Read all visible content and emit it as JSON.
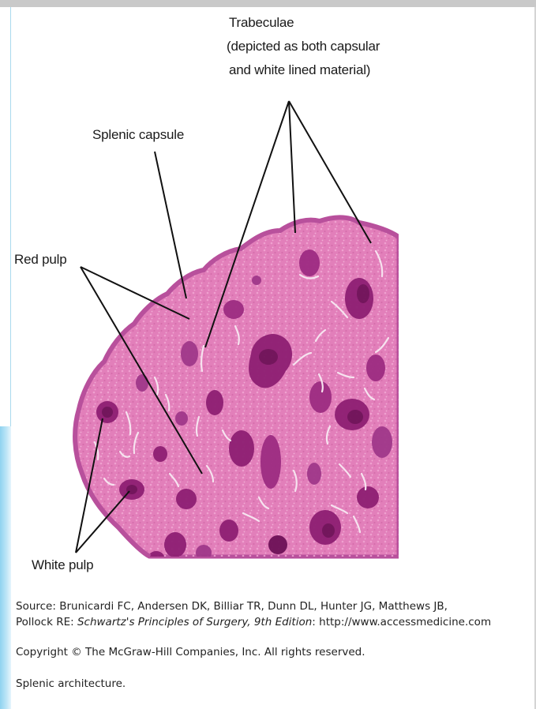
{
  "labels": {
    "trabeculae_1": "Trabeculae",
    "trabeculae_2": "(depicted as both capsular",
    "trabeculae_3": "and white lined material)",
    "splenic_capsule": "Splenic capsule",
    "red_pulp": "Red pulp",
    "white_pulp": "White pulp"
  },
  "caption": {
    "source_prefix": "Source: Brunicardi FC, Andersen DK, Billiar TR, Dunn DL, Hunter JG, Matthews JB,",
    "source_line2_pre": "Pollock RE: ",
    "source_title": "Schwartz's Principles of Surgery, 9th Edition",
    "source_line2_post": ": http://www.accessmedicine.com",
    "copyright": "Copyright © The McGraw-Hill Companies, Inc. All rights reserved.",
    "description": "Splenic architecture."
  },
  "colors": {
    "capsule": "#b8509c",
    "parenchyma": "#e27fba",
    "white_pulp": "#8e1f73",
    "trabeculae": "#f6e3ef"
  }
}
